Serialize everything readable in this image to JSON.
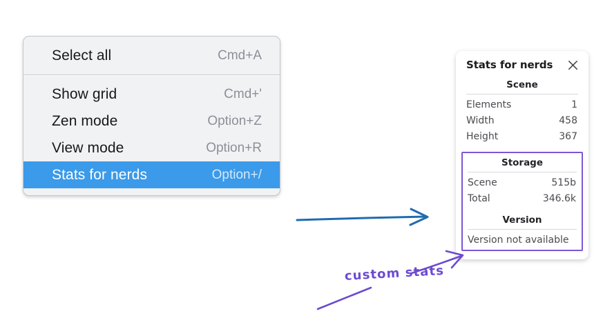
{
  "context_menu": {
    "groups": [
      {
        "items": [
          {
            "label": "Select all",
            "shortcut": "Cmd+A",
            "selected": false
          }
        ]
      },
      {
        "items": [
          {
            "label": "Show grid",
            "shortcut": "Cmd+'",
            "selected": false
          },
          {
            "label": "Zen mode",
            "shortcut": "Option+Z",
            "selected": false
          },
          {
            "label": "View mode",
            "shortcut": "Option+R",
            "selected": false
          },
          {
            "label": "Stats for nerds",
            "shortcut": "Option+/",
            "selected": true
          }
        ]
      }
    ],
    "highlight_color": "#3b9ae9"
  },
  "stats_panel": {
    "title": "Stats for nerds",
    "close_icon": "close-icon",
    "scene": {
      "heading": "Scene",
      "rows": [
        {
          "key": "Elements",
          "value": "1"
        },
        {
          "key": "Width",
          "value": "458"
        },
        {
          "key": "Height",
          "value": "367"
        }
      ]
    },
    "storage": {
      "heading": "Storage",
      "rows": [
        {
          "key": "Scene",
          "value": "515b"
        },
        {
          "key": "Total",
          "value": "346.6k"
        }
      ]
    },
    "version": {
      "heading": "Version",
      "text": "Version not available"
    },
    "highlight_color": "#7b56d6"
  },
  "annotations": {
    "blue_arrow_color": "#1f6bb0",
    "purple_color": "#6c4ad0",
    "custom_stats_label": "custom stats"
  }
}
